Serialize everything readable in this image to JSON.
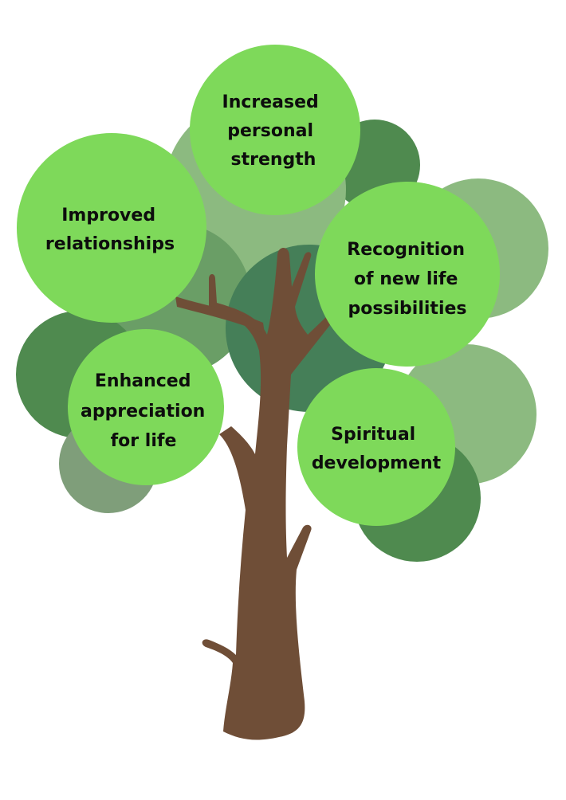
{
  "diagram": {
    "title": "",
    "type": "tree-infographic",
    "colors": {
      "background": "#ffffff",
      "leaf_bright": "#7ed95a",
      "canopy_dark": "#4f8a4f",
      "canopy_mid": "#6a9e66",
      "canopy_light": "#8cba80",
      "canopy_deep": "#457f58",
      "canopy_gray": "#7f9e7a",
      "trunk": "#6f4e37",
      "text": "#0d0d0d"
    },
    "leaves": [
      {
        "id": "increased-personal-strength",
        "lines": [
          "Increased",
          "personal",
          "strength"
        ]
      },
      {
        "id": "improved-relationships",
        "lines": [
          "Improved",
          "relationships"
        ]
      },
      {
        "id": "recognition-of-new-life-possibilities",
        "lines": [
          "Recognition",
          "of new life",
          "possibilities"
        ]
      },
      {
        "id": "enhanced-appreciation-for-life",
        "lines": [
          "Enhanced",
          "appreciation",
          "for life"
        ]
      },
      {
        "id": "spiritual-development",
        "lines": [
          "Spiritual",
          "development"
        ]
      }
    ]
  }
}
